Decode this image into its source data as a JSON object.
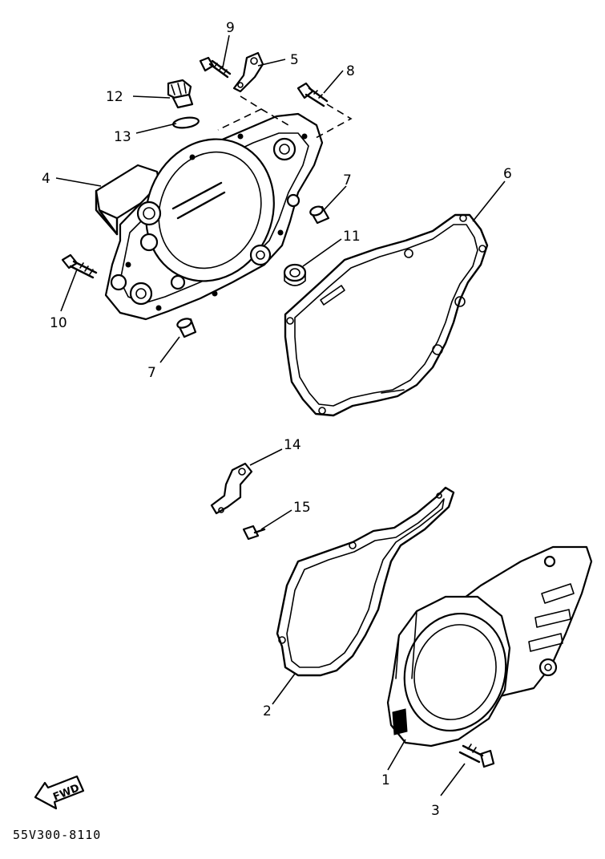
{
  "diagram": {
    "callouts": [
      {
        "id": "c1",
        "label": "1"
      },
      {
        "id": "c2",
        "label": "2"
      },
      {
        "id": "c3",
        "label": "3"
      },
      {
        "id": "c4",
        "label": "4"
      },
      {
        "id": "c5",
        "label": "5"
      },
      {
        "id": "c6",
        "label": "6"
      },
      {
        "id": "c7a",
        "label": "7"
      },
      {
        "id": "c7b",
        "label": "7"
      },
      {
        "id": "c8",
        "label": "8"
      },
      {
        "id": "c9",
        "label": "9"
      },
      {
        "id": "c10",
        "label": "10"
      },
      {
        "id": "c11",
        "label": "11"
      },
      {
        "id": "c12",
        "label": "12"
      },
      {
        "id": "c13",
        "label": "13"
      },
      {
        "id": "c14",
        "label": "14"
      },
      {
        "id": "c15",
        "label": "15"
      }
    ],
    "fwd_label": "FWD",
    "drawing_code": "55V300-8110"
  }
}
